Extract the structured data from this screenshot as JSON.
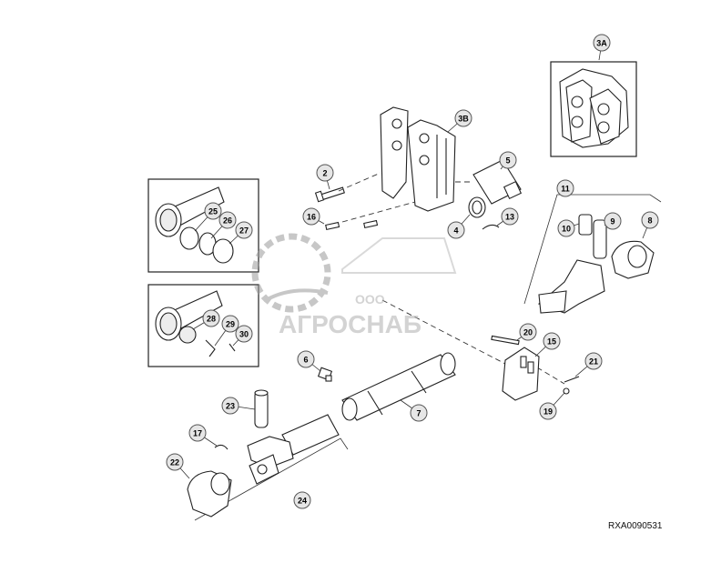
{
  "diagram": {
    "reference_code": "RXA0090531",
    "callouts": [
      {
        "id": "c-3A",
        "label": "3A"
      },
      {
        "id": "c-3B",
        "label": "3B"
      },
      {
        "id": "c-2",
        "label": "2"
      },
      {
        "id": "c-5",
        "label": "5"
      },
      {
        "id": "c-16",
        "label": "16"
      },
      {
        "id": "c-4",
        "label": "4"
      },
      {
        "id": "c-13",
        "label": "13"
      },
      {
        "id": "c-11",
        "label": "11"
      },
      {
        "id": "c-10",
        "label": "10"
      },
      {
        "id": "c-9",
        "label": "9"
      },
      {
        "id": "c-8",
        "label": "8"
      },
      {
        "id": "c-25",
        "label": "25"
      },
      {
        "id": "c-26",
        "label": "26"
      },
      {
        "id": "c-27",
        "label": "27"
      },
      {
        "id": "c-28",
        "label": "28"
      },
      {
        "id": "c-29",
        "label": "29"
      },
      {
        "id": "c-30",
        "label": "30"
      },
      {
        "id": "c-6",
        "label": "6"
      },
      {
        "id": "c-7",
        "label": "7"
      },
      {
        "id": "c-20",
        "label": "20"
      },
      {
        "id": "c-15",
        "label": "15"
      },
      {
        "id": "c-21",
        "label": "21"
      },
      {
        "id": "c-19",
        "label": "19"
      },
      {
        "id": "c-23",
        "label": "23"
      },
      {
        "id": "c-17",
        "label": "17"
      },
      {
        "id": "c-22",
        "label": "22"
      },
      {
        "id": "c-24",
        "label": "24"
      }
    ]
  },
  "watermark": {
    "company_prefix": "ООО",
    "company_name": "АГРОСНАБ"
  }
}
